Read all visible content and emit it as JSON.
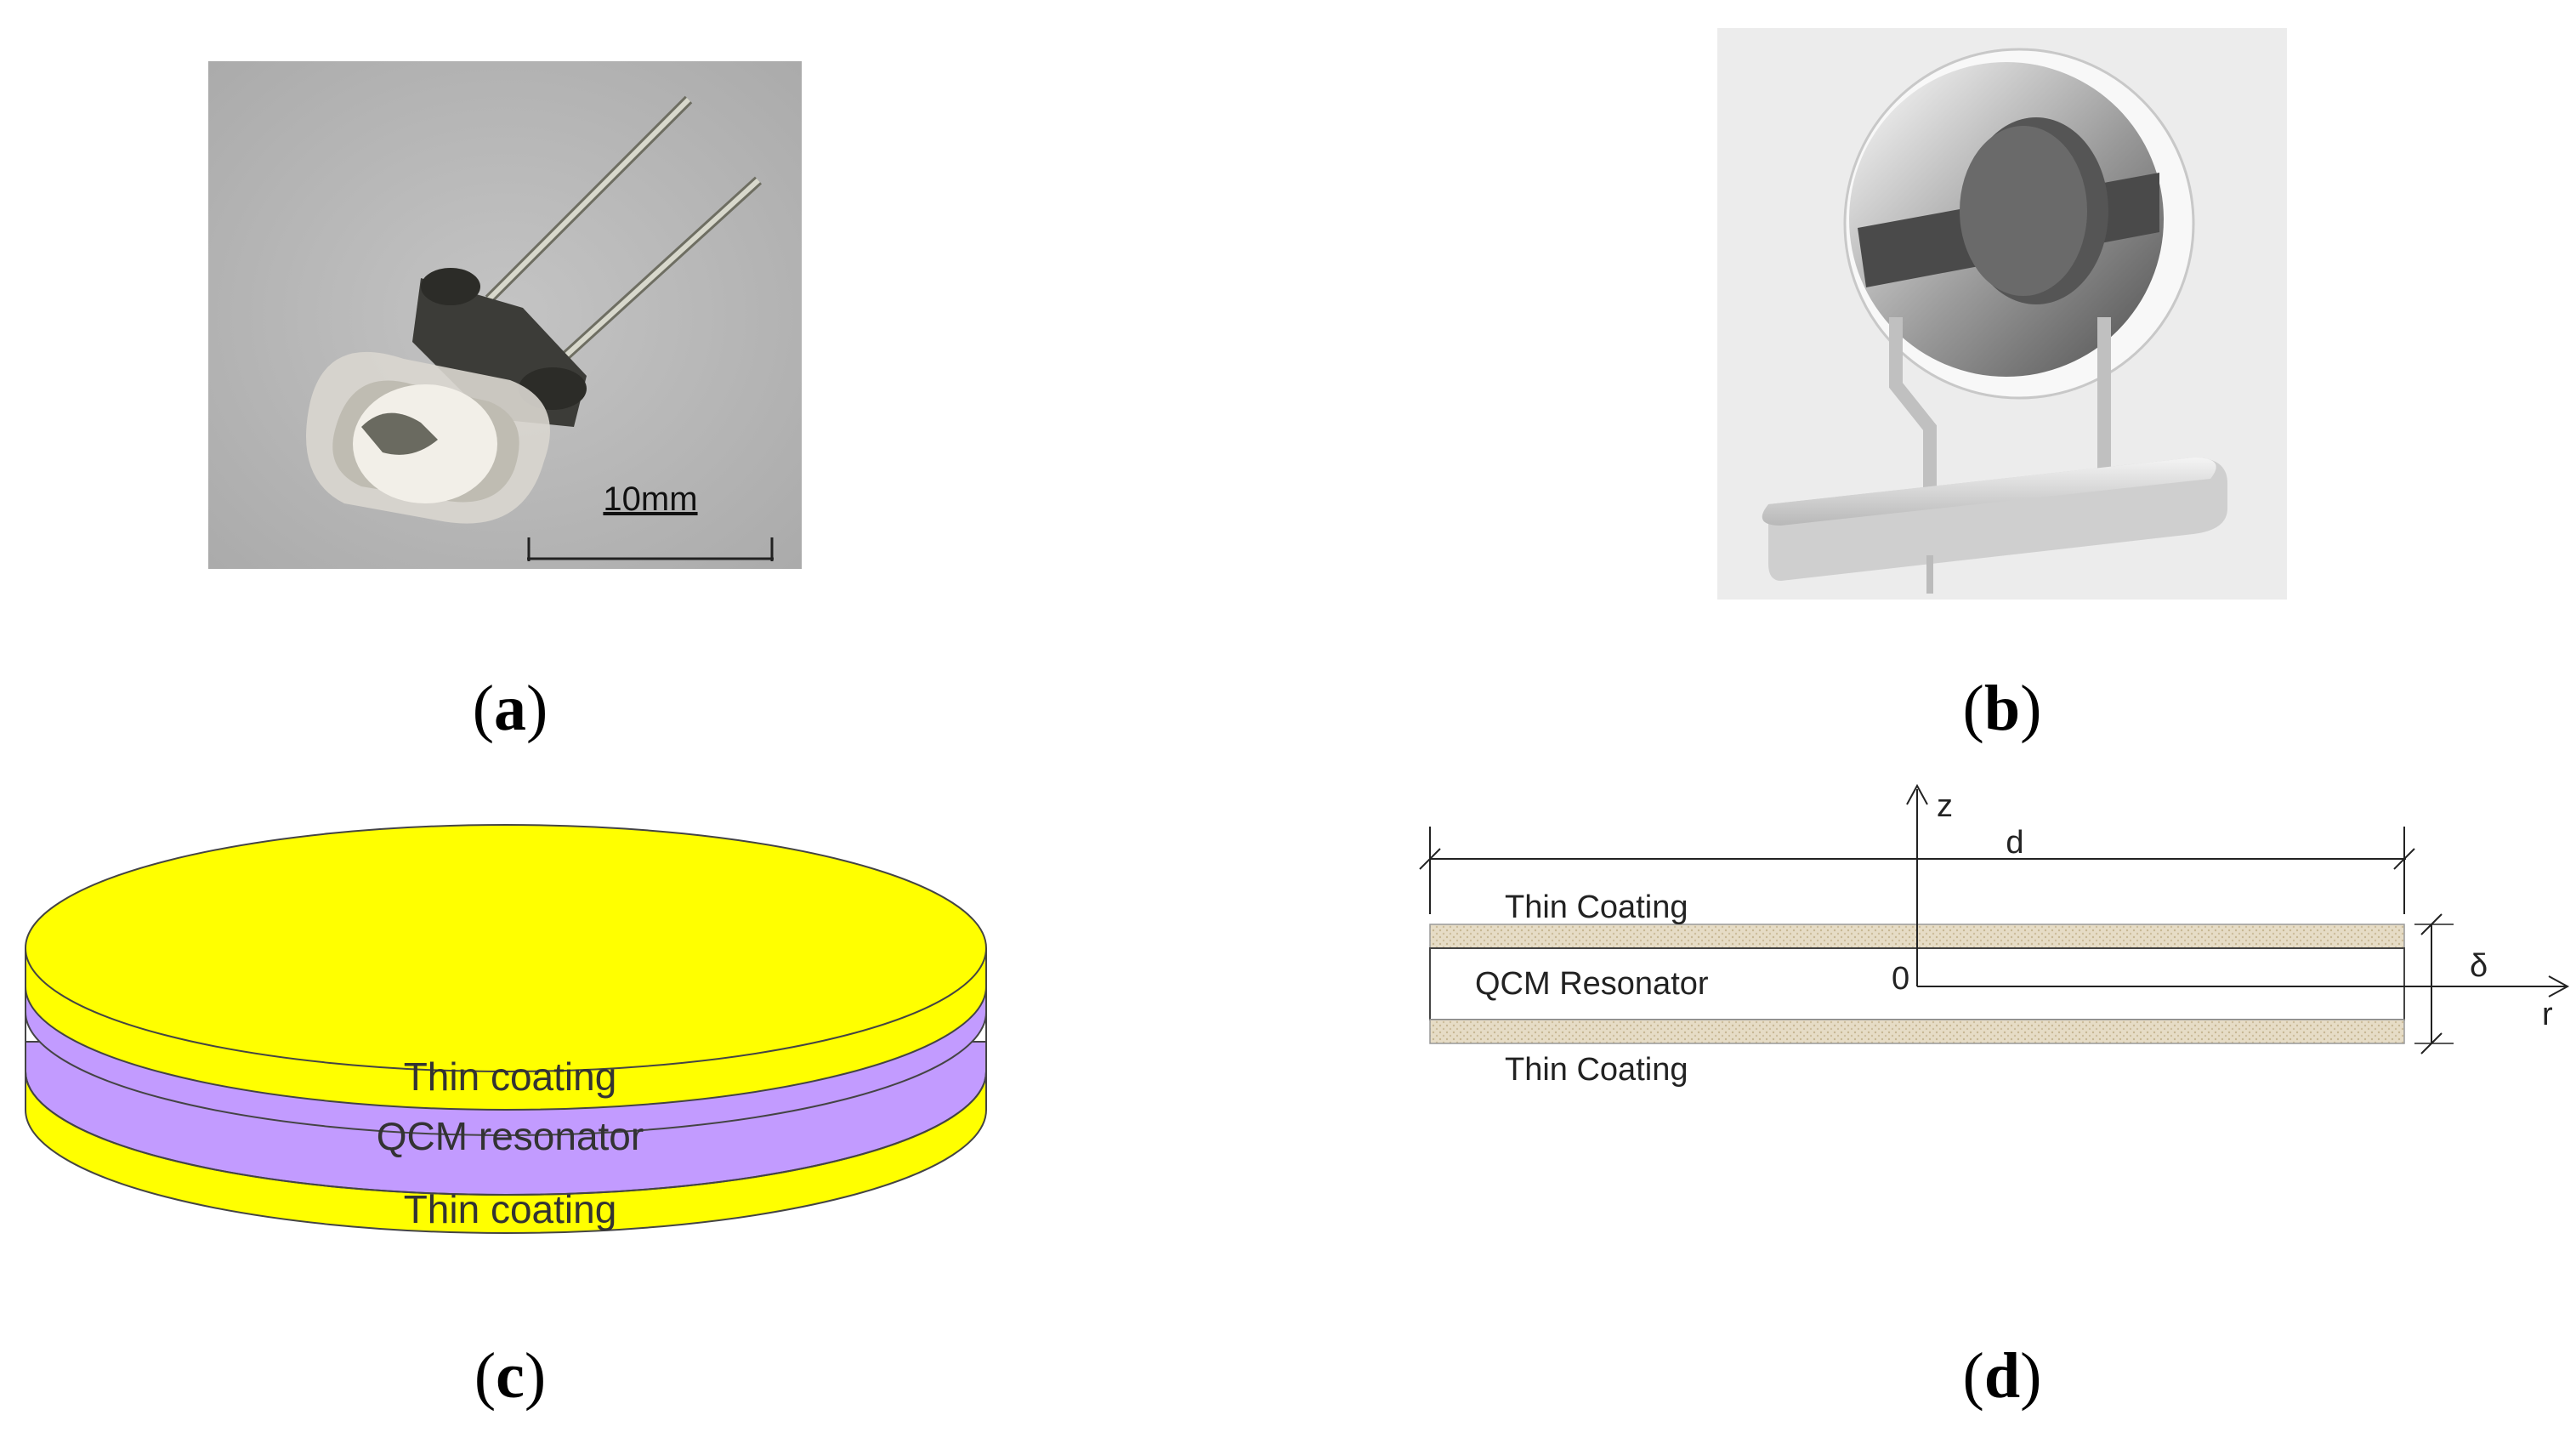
{
  "panels": {
    "a": {
      "caption_letter": "a",
      "scale_bar_label": "10mm"
    },
    "b": {
      "caption_letter": "b"
    },
    "c": {
      "caption_letter": "c",
      "layer_top_label": "Thin coating",
      "layer_middle_label": "QCM resonator",
      "layer_bottom_label": "Thin coating",
      "colors": {
        "coating": "#ffff00",
        "resonator": "#c29bff"
      }
    },
    "d": {
      "caption_letter": "d",
      "z_axis_label": "z",
      "r_axis_label": "r",
      "diameter_label": "d",
      "thickness_label": "δ",
      "origin_label": "0",
      "top_coating_label": "Thin Coating",
      "resonator_label": "QCM Resonator",
      "bottom_coating_label": "Thin Coating"
    }
  }
}
